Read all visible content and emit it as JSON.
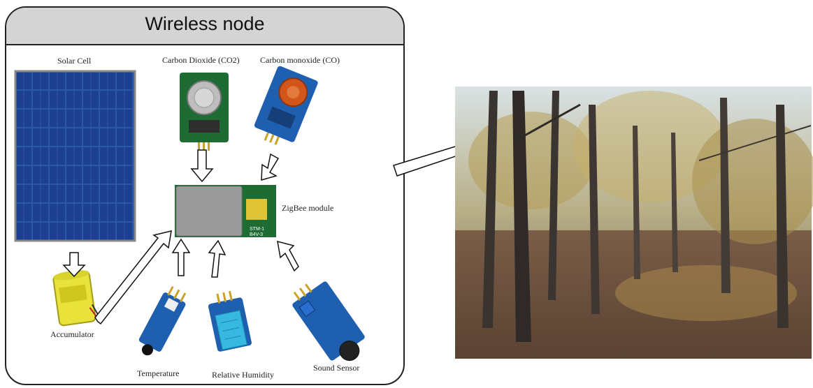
{
  "diagram": {
    "title": "Wireless node",
    "labels": {
      "solar": "Solar Cell",
      "co2": "Carbon Dioxide (CO2)",
      "co": "Carbon monoxide (CO)",
      "zigbee": "ZigBee module",
      "accumulator": "Accumulator",
      "temperature": "Temperature",
      "humidity": "Relative Humidity",
      "sound": "Sound Sensor"
    },
    "module_text": [
      "STM-1",
      "B4V-3"
    ]
  },
  "colors": {
    "solar_cell": "#1d3f8f",
    "pcb_blue": "#1f5fb0",
    "pcb_green": "#1e6b33",
    "zigbee_module": "#9a9a9a",
    "battery": "#e8e23a",
    "co_sensor_cap": "#d2561a",
    "humidity_sensor": "#36b8e0"
  },
  "icons": [
    "solar-panel-icon",
    "co2-sensor-icon",
    "co-sensor-icon",
    "zigbee-module-icon",
    "battery-icon",
    "temperature-sensor-icon",
    "humidity-sensor-icon",
    "sound-sensor-icon",
    "forest-photo"
  ]
}
